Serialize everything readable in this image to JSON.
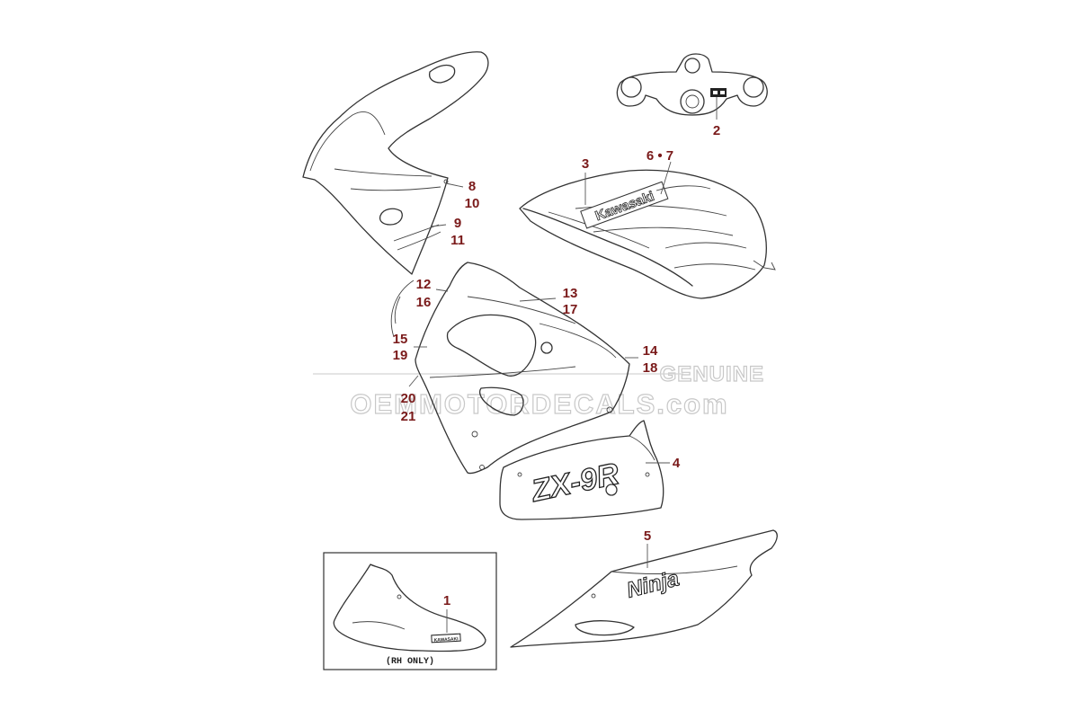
{
  "colors": {
    "callout": "#7a1a1a",
    "line": "#333333",
    "watermark": "#c8c8c8",
    "background": "#ffffff"
  },
  "callouts": {
    "c1": "1",
    "c2": "2",
    "c3": "3",
    "c4": "4",
    "c5": "5",
    "c6_7": "6 • 7",
    "c8": "8",
    "c10": "10",
    "c9": "9",
    "c11": "11",
    "c12": "12",
    "c16": "16",
    "c13": "13",
    "c17": "17",
    "c15": "15",
    "c19": "19",
    "c14": "14",
    "c18": "18",
    "c20": "20",
    "c21": "21"
  },
  "decals": {
    "tank_logo": "Kawasaki",
    "lower_fairing_logo": "ZX-9R",
    "tail_logo": "Ninja",
    "inset_decal": "KAWASAKI"
  },
  "inset": {
    "note": "(RH ONLY)"
  },
  "watermark": {
    "line1": "GENUINE",
    "line2": "OEMMOTORDECALS.com"
  }
}
